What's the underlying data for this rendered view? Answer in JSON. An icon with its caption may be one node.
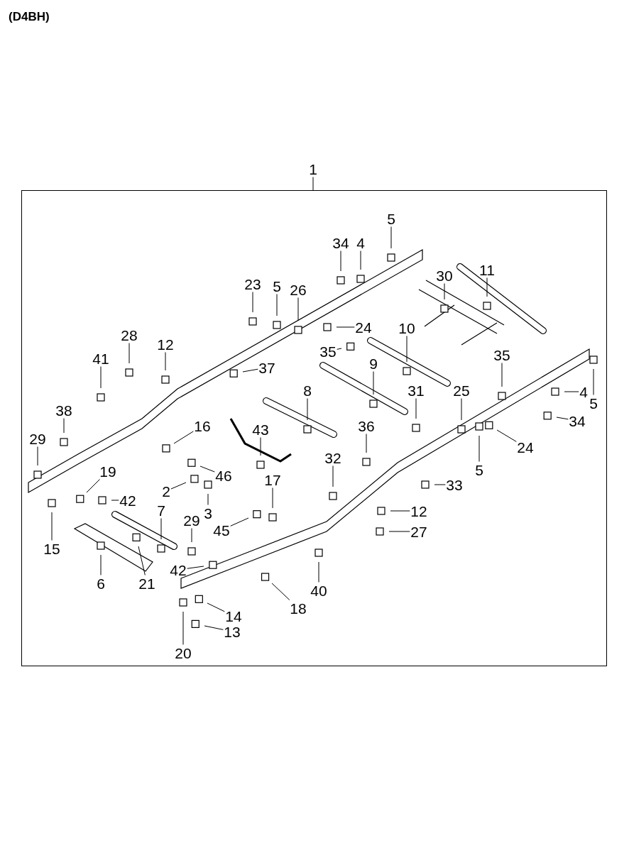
{
  "diagram": {
    "title": "(D4BH)",
    "nodes": [
      {
        "text": [
          "1"
        ]
      },
      {
        "text": [],
        "shape": "box"
      },
      {
        "text": [
          "5"
        ],
        "in": 1
      },
      {
        "text": [
          "34"
        ],
        "in": 1
      },
      {
        "text": [
          "4"
        ],
        "in": 1
      },
      {
        "text": [
          "23"
        ],
        "in": 1
      },
      {
        "text": [
          "5"
        ],
        "in": 1
      },
      {
        "text": [
          "26"
        ],
        "in": 1
      },
      {
        "text": [
          "30"
        ],
        "in": 1
      },
      {
        "text": [
          "11"
        ],
        "in": 1
      },
      {
        "text": [
          "28"
        ],
        "in": 1
      },
      {
        "text": [
          "24"
        ],
        "in": 1
      },
      {
        "text": [
          "10"
        ],
        "in": 1
      },
      {
        "text": [
          "12"
        ],
        "in": 1
      },
      {
        "text": [
          "41"
        ],
        "in": 1
      },
      {
        "text": [
          "35"
        ],
        "in": 1
      },
      {
        "text": [
          "9"
        ],
        "in": 1
      },
      {
        "text": [
          "37"
        ],
        "in": 1
      },
      {
        "text": [
          "35"
        ],
        "in": 1
      },
      {
        "text": [
          "8"
        ],
        "in": 1
      },
      {
        "text": [
          "31"
        ],
        "in": 1
      },
      {
        "text": [
          "25"
        ],
        "in": 1
      },
      {
        "text": [
          "5"
        ],
        "in": 1
      },
      {
        "text": [
          "4"
        ],
        "in": 1
      },
      {
        "text": [
          "38"
        ],
        "in": 1
      },
      {
        "text": [
          "34"
        ],
        "in": 1
      },
      {
        "text": [
          "29"
        ],
        "in": 1
      },
      {
        "text": [
          "16"
        ],
        "in": 1
      },
      {
        "text": [
          "36"
        ],
        "in": 1
      },
      {
        "text": [
          "43"
        ],
        "in": 1
      },
      {
        "text": [
          "24"
        ],
        "in": 1
      },
      {
        "text": [
          "32"
        ],
        "in": 1
      },
      {
        "text": [
          "5"
        ],
        "in": 1
      },
      {
        "text": [
          "19"
        ],
        "in": 1
      },
      {
        "text": [
          "46"
        ],
        "in": 1
      },
      {
        "text": [
          "17"
        ],
        "in": 1
      },
      {
        "text": [
          "33"
        ],
        "in": 1
      },
      {
        "text": [
          "2"
        ],
        "in": 1
      },
      {
        "text": [
          "42"
        ],
        "in": 1
      },
      {
        "text": [
          "3"
        ],
        "in": 1
      },
      {
        "text": [
          "12"
        ],
        "in": 1
      },
      {
        "text": [
          "7"
        ],
        "in": 1
      },
      {
        "text": [
          "29"
        ],
        "in": 1
      },
      {
        "text": [
          "45"
        ],
        "in": 1
      },
      {
        "text": [
          "27"
        ],
        "in": 1
      },
      {
        "text": [
          "15"
        ],
        "in": 1
      },
      {
        "text": [
          "42"
        ],
        "in": 1
      },
      {
        "text": [
          "21"
        ],
        "in": 1
      },
      {
        "text": [
          "6"
        ],
        "in": 1
      },
      {
        "text": [
          "40"
        ],
        "in": 1
      },
      {
        "text": [
          "18"
        ],
        "in": 1
      },
      {
        "text": [
          "14"
        ],
        "in": 1
      },
      {
        "text": [
          "13"
        ],
        "in": 1
      },
      {
        "text": [
          "20"
        ],
        "in": 1
      }
    ],
    "edges": [
      {
        "from": 0,
        "to": 1,
        "arrow": "none"
      },
      {
        "from": 2,
        "to": null,
        "arrow": "none"
      },
      {
        "from": 3,
        "to": null,
        "arrow": "none"
      },
      {
        "from": 4,
        "to": null,
        "arrow": "none"
      },
      {
        "from": 5,
        "to": null,
        "arrow": "none"
      },
      {
        "from": 6,
        "to": null,
        "arrow": "none"
      },
      {
        "from": 7,
        "to": null,
        "arrow": "none"
      },
      {
        "from": 8,
        "to": null,
        "arrow": "none"
      },
      {
        "from": 9,
        "to": null,
        "arrow": "none"
      },
      {
        "from": 10,
        "to": null,
        "arrow": "none"
      },
      {
        "from": 11,
        "to": null,
        "arrow": "none"
      },
      {
        "from": 12,
        "to": null,
        "arrow": "none"
      },
      {
        "from": 13,
        "to": null,
        "arrow": "none"
      },
      {
        "from": 14,
        "to": null,
        "arrow": "none"
      },
      {
        "from": 15,
        "to": null,
        "arrow": "none"
      },
      {
        "from": 16,
        "to": null,
        "arrow": "none"
      },
      {
        "from": 17,
        "to": null,
        "arrow": "none"
      },
      {
        "from": 18,
        "to": null,
        "arrow": "none"
      },
      {
        "from": 19,
        "to": null,
        "arrow": "none"
      },
      {
        "from": 20,
        "to": null,
        "arrow": "none"
      },
      {
        "from": 21,
        "to": null,
        "arrow": "none"
      },
      {
        "from": 22,
        "to": null,
        "arrow": "none"
      },
      {
        "from": 23,
        "to": null,
        "arrow": "none"
      },
      {
        "from": 24,
        "to": null,
        "arrow": "none"
      },
      {
        "from": 25,
        "to": null,
        "arrow": "none"
      },
      {
        "from": 26,
        "to": null,
        "arrow": "none"
      },
      {
        "from": 27,
        "to": null,
        "arrow": "none"
      },
      {
        "from": 28,
        "to": null,
        "arrow": "none"
      },
      {
        "from": 29,
        "to": null,
        "arrow": "none"
      },
      {
        "from": 30,
        "to": null,
        "arrow": "none"
      },
      {
        "from": 31,
        "to": null,
        "arrow": "none"
      },
      {
        "from": 32,
        "to": null,
        "arrow": "none"
      },
      {
        "from": 33,
        "to": null,
        "arrow": "none"
      },
      {
        "from": 34,
        "to": null,
        "arrow": "none"
      },
      {
        "from": 35,
        "to": null,
        "arrow": "none"
      },
      {
        "from": 36,
        "to": null,
        "arrow": "none"
      },
      {
        "from": 37,
        "to": null,
        "arrow": "none"
      },
      {
        "from": 38,
        "to": null,
        "arrow": "none"
      },
      {
        "from": 39,
        "to": null,
        "arrow": "none"
      },
      {
        "from": 40,
        "to": null,
        "arrow": "none"
      },
      {
        "from": 41,
        "to": null,
        "arrow": "none"
      },
      {
        "from": 42,
        "to": null,
        "arrow": "none"
      },
      {
        "from": 43,
        "to": null,
        "arrow": "none"
      },
      {
        "from": 44,
        "to": null,
        "arrow": "none"
      },
      {
        "from": 45,
        "to": null,
        "arrow": "none"
      },
      {
        "from": 46,
        "to": null,
        "arrow": "none"
      },
      {
        "from": 47,
        "to": null,
        "arrow": "none"
      },
      {
        "from": 48,
        "to": null,
        "arrow": "none"
      },
      {
        "from": 49,
        "to": null,
        "arrow": "none"
      },
      {
        "from": 50,
        "to": null,
        "arrow": "none"
      },
      {
        "from": 51,
        "to": null,
        "arrow": "none"
      },
      {
        "from": 52,
        "to": null,
        "arrow": "none"
      },
      {
        "from": 53,
        "to": null,
        "arrow": "none"
      }
    ]
  }
}
